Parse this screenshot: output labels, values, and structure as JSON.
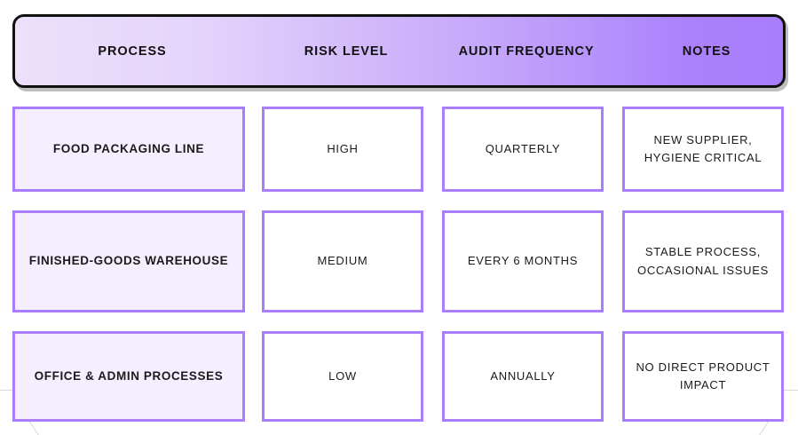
{
  "palette": {
    "header_gradient_start": "#ece0fb",
    "header_gradient_end": "#a97dfc",
    "header_border": "#111111",
    "cell_border": "#a97dfc",
    "process_cell_fill": "#f5eeff",
    "cell_fill": "#ffffff",
    "text": "#111111",
    "deco_line": "#d8d8d8"
  },
  "table": {
    "columns": [
      {
        "key": "process",
        "label": "PROCESS"
      },
      {
        "key": "risk",
        "label": "RISK LEVEL"
      },
      {
        "key": "audit",
        "label": "AUDIT FREQUENCY"
      },
      {
        "key": "notes",
        "label": "NOTES"
      }
    ],
    "rows": [
      {
        "process": "FOOD PACKAGING LINE",
        "risk": "HIGH",
        "audit": "QUARTERLY",
        "notes": "NEW SUPPLIER, HYGIENE CRITICAL"
      },
      {
        "process": "FINISHED-GOODS WAREHOUSE",
        "risk": "MEDIUM",
        "audit": "EVERY 6 MONTHS",
        "notes": "STABLE PROCESS, OCCASIONAL ISSUES"
      },
      {
        "process": "OFFICE & ADMIN PROCESSES",
        "risk": "LOW",
        "audit": "ANNUALLY",
        "notes": "NO DIRECT PRODUCT IMPACT"
      }
    ]
  }
}
